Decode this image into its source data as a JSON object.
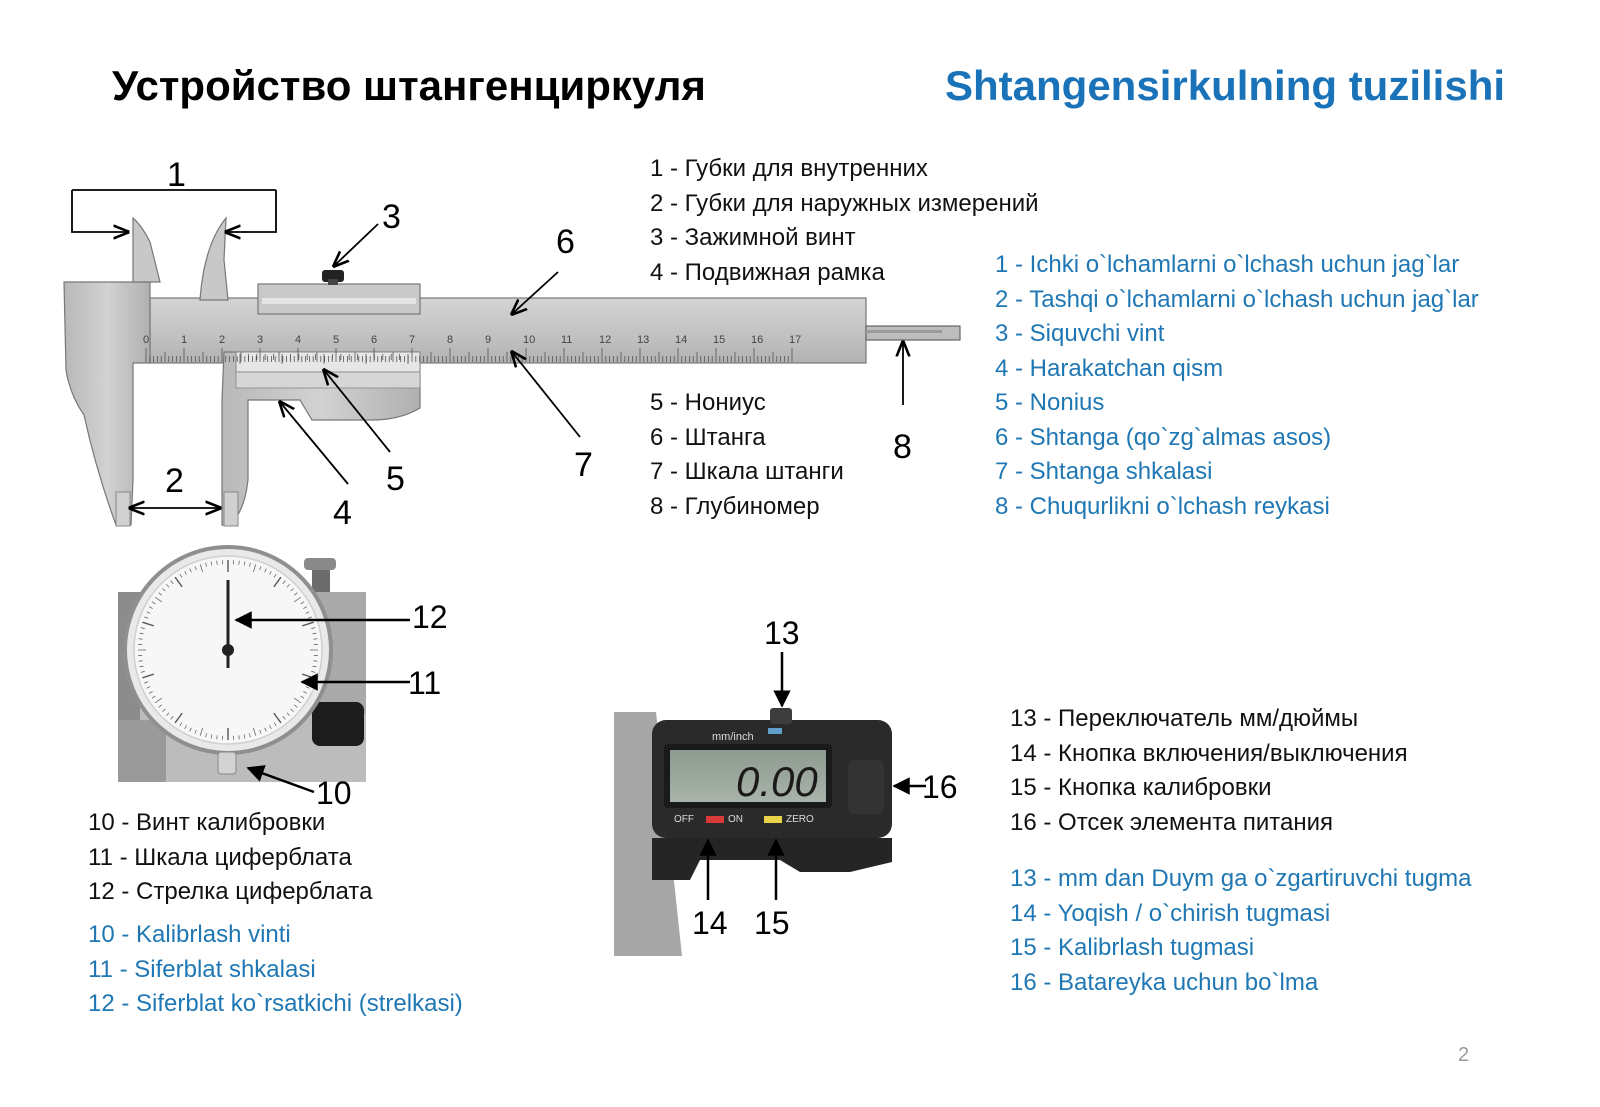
{
  "titles": {
    "ru": "Устройство штангенциркуля",
    "uz": "Shtangensirkulning tuzilishi"
  },
  "vernier": {
    "callouts": [
      "1",
      "2",
      "3",
      "4",
      "5",
      "6",
      "7",
      "8"
    ],
    "scale_ticks": [
      "0",
      "1",
      "2",
      "3",
      "4",
      "5",
      "6",
      "7",
      "8",
      "9",
      "10",
      "11",
      "12",
      "13",
      "14",
      "15",
      "16",
      "17"
    ],
    "legend_ru_a": [
      "1 - Губки для внутренних",
      "2 - Губки для наружных измерений",
      "3 - Зажимной винт",
      "4 - Подвижная рамка"
    ],
    "legend_ru_b": [
      "5 - Нониус",
      "6 - Штанга",
      "7 - Шкала штанги",
      "8 - Глубиномер"
    ],
    "legend_uz": [
      "1 - Ichki o`lchamlarni o`lchash uchun jag`lar",
      "2 - Tashqi o`lchamlarni o`lchash uchun jag`lar",
      "3 - Siquvchi vint",
      "4 - Harakatchan qism",
      "5 - Nonius",
      "6 - Shtanga (qo`zg`almas asos)",
      "7 - Shtanga shkalasi",
      "8 - Chuqurlikni o`lchash reykasi"
    ]
  },
  "dial": {
    "callouts": [
      "10",
      "11",
      "12"
    ],
    "legend_ru": [
      "10 - Винт калибровки",
      "11 - Шкала циферблата",
      "12 - Стрелка циферблата"
    ],
    "legend_uz": [
      "10 - Kalibrlash vinti",
      "11 - Siferblat shkalasi",
      "12 - Siferblat ko`rsatkichi (strelkasi)"
    ]
  },
  "digital": {
    "callouts": [
      "13",
      "14",
      "15",
      "16"
    ],
    "display_value": "0.00",
    "unit_label": "mm/inch",
    "off_label": "OFF",
    "on_label": "ON",
    "zero_label": "ZERO",
    "legend_ru": [
      "13 - Переключатель мм/дюймы",
      "14 - Кнопка включения/выключения",
      "15 - Кнопка калибровки",
      "16 - Отсек элемента питания"
    ],
    "legend_uz": [
      "13 - mm dan Duym ga o`zgartiruvchi tugma",
      "14 - Yoqish / o`chirish tugmasi",
      "15 - Kalibrlash tugmasi",
      "16 - Batareyka uchun bo`lma"
    ]
  },
  "page_number": "2"
}
